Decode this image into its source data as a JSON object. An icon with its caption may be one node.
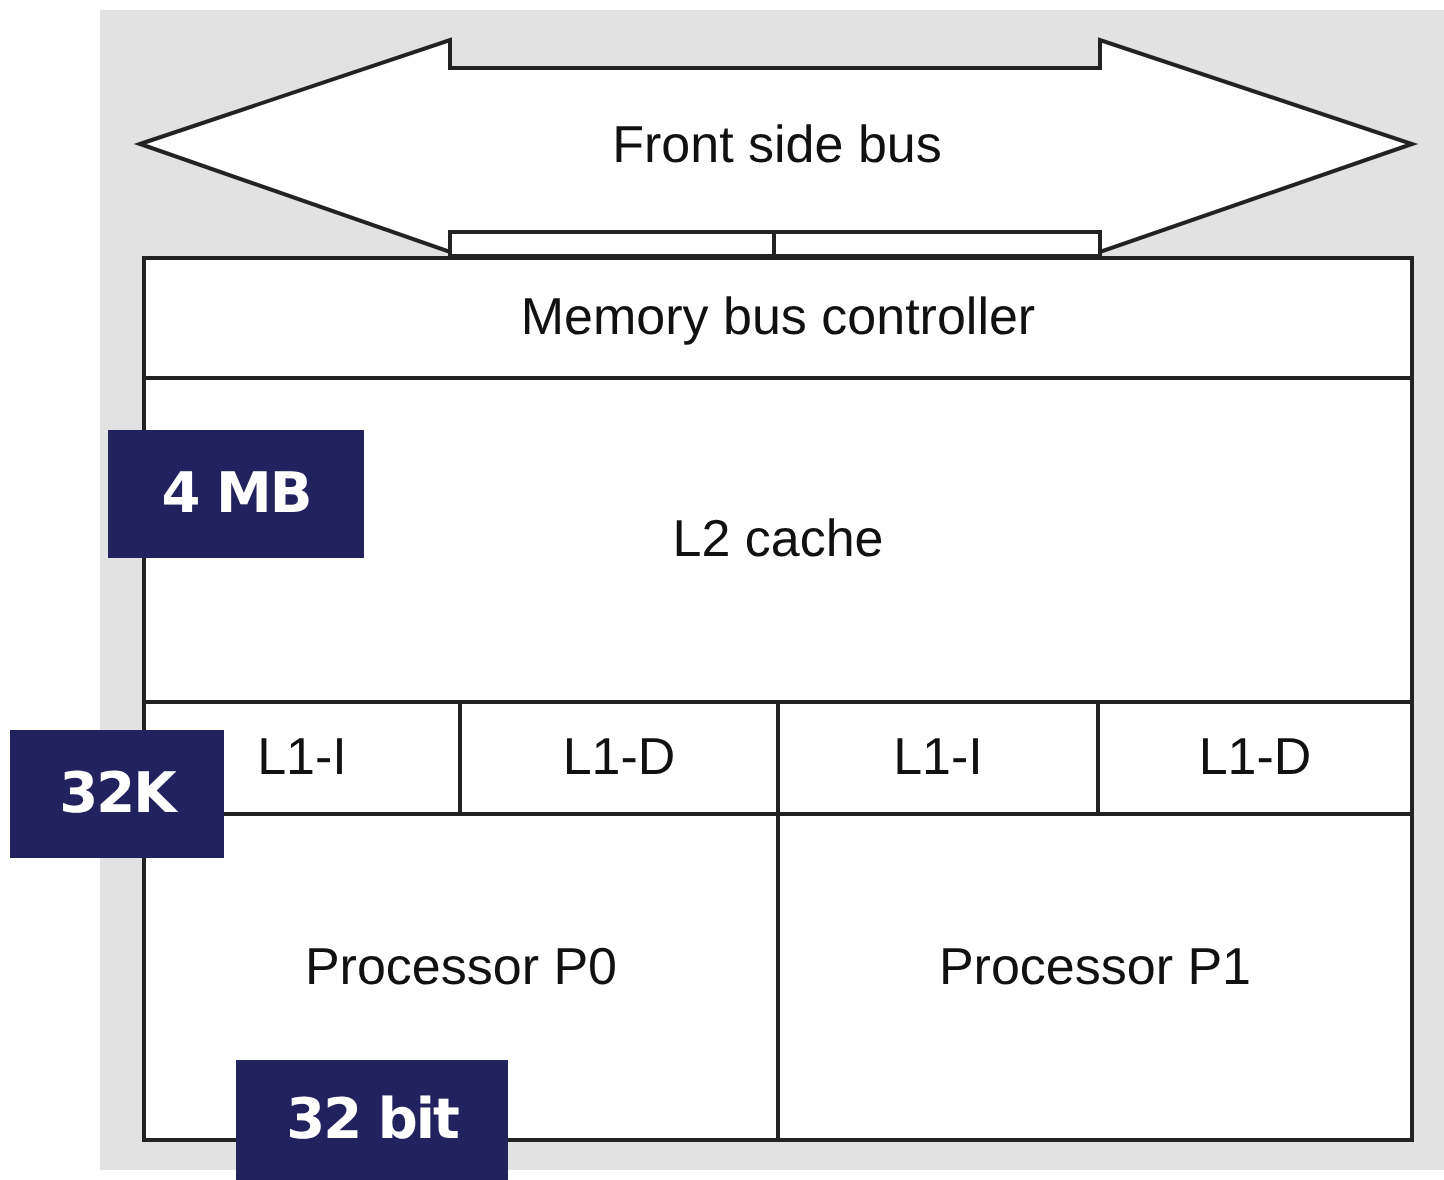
{
  "diagram": {
    "nodes": [
      {
        "text": [
          "Front side bus"
        ]
      },
      {
        "text": [
          "Memory bus controller"
        ]
      },
      {
        "text": [
          "L2 cache"
        ]
      },
      {
        "text": [
          "L1-I"
        ]
      },
      {
        "text": [
          "L1-D"
        ]
      },
      {
        "text": [
          "L1-I"
        ]
      },
      {
        "text": [
          "L1-D"
        ]
      },
      {
        "text": [
          "Processor P0"
        ]
      },
      {
        "text": [
          "Processor P1"
        ]
      },
      {
        "text": [
          "4 MB"
        ]
      },
      {
        "text": [
          "32K"
        ]
      },
      {
        "text": [
          "32 bit"
        ]
      }
    ]
  }
}
